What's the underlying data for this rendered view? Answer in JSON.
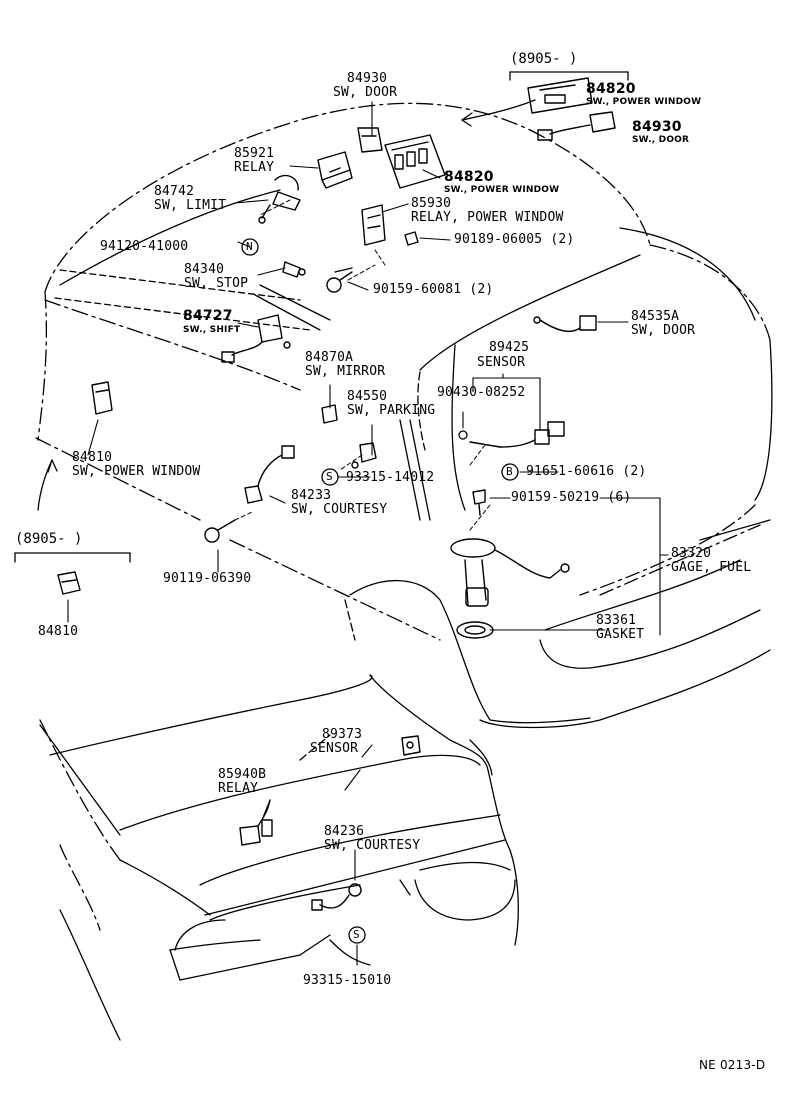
{
  "labels": {
    "p84930_top_num": "84930",
    "p84930_top_name": "SW, DOOR",
    "p85921_num": "85921",
    "p85921_name": "RELAY",
    "p84742_num": "84742",
    "p84742_name": "SW, LIMIT",
    "p94120": "94120-41000",
    "p84340_num": "84340",
    "p84340_name": "SW, STOP",
    "p84727_num": "84727",
    "p84727_name": "SW., SHIFT",
    "p84820_mid_num": "84820",
    "p84820_mid_name": "SW., POWER WINDOW",
    "p85930_num": "85930",
    "p85930_name": "RELAY, POWER WINDOW",
    "p90189": "90189-06005 (2)",
    "p90159_60081": "90159-60081 (2)",
    "inset_top_hdr": "(8905-        )",
    "p84820_top_num": "84820",
    "p84820_top_name": "SW., POWER WINDOW",
    "p84930_right_num": "84930",
    "p84930_right_name": "SW., DOOR",
    "p84535A_num": "84535A",
    "p84535A_name": "SW, DOOR",
    "p89425_num": "89425",
    "p89425_name": "SENSOR",
    "p84870A_num": "84870A",
    "p84870A_name": "SW, MIRROR",
    "p90430": "90430-08252",
    "p84550_num": "84550",
    "p84550_name": "SW, PARKING",
    "p84810_num": "84810",
    "p84810_name": "SW, POWER WINDOW",
    "p93315_14012": "93315-14012",
    "p91651": "91651-60616 (2)",
    "p84233_num": "84233",
    "p84233_name": "SW, COURTESY",
    "p90159_50219": "90159-50219 (6)",
    "inset_left_hdr": "(8905-        )",
    "p83320_num": "83320",
    "p83320_name": "GAGE, FUEL",
    "p90119": "90119-06390",
    "p84810_inset": "84810",
    "p83361_num": "83361",
    "p83361_name": "GASKET",
    "p89373_num": "89373",
    "p89373_name": "SENSOR",
    "p85940B_num": "85940B",
    "p85940B_name": "RELAY",
    "p84236_num": "84236",
    "p84236_name": "SW, COURTESY",
    "p93315_15010": "93315-15010",
    "footer_code": "NE 0213-D"
  },
  "markers": {
    "n_marker": "N",
    "s_marker_1": "S",
    "b_marker": "B",
    "s_marker_2": "S"
  }
}
